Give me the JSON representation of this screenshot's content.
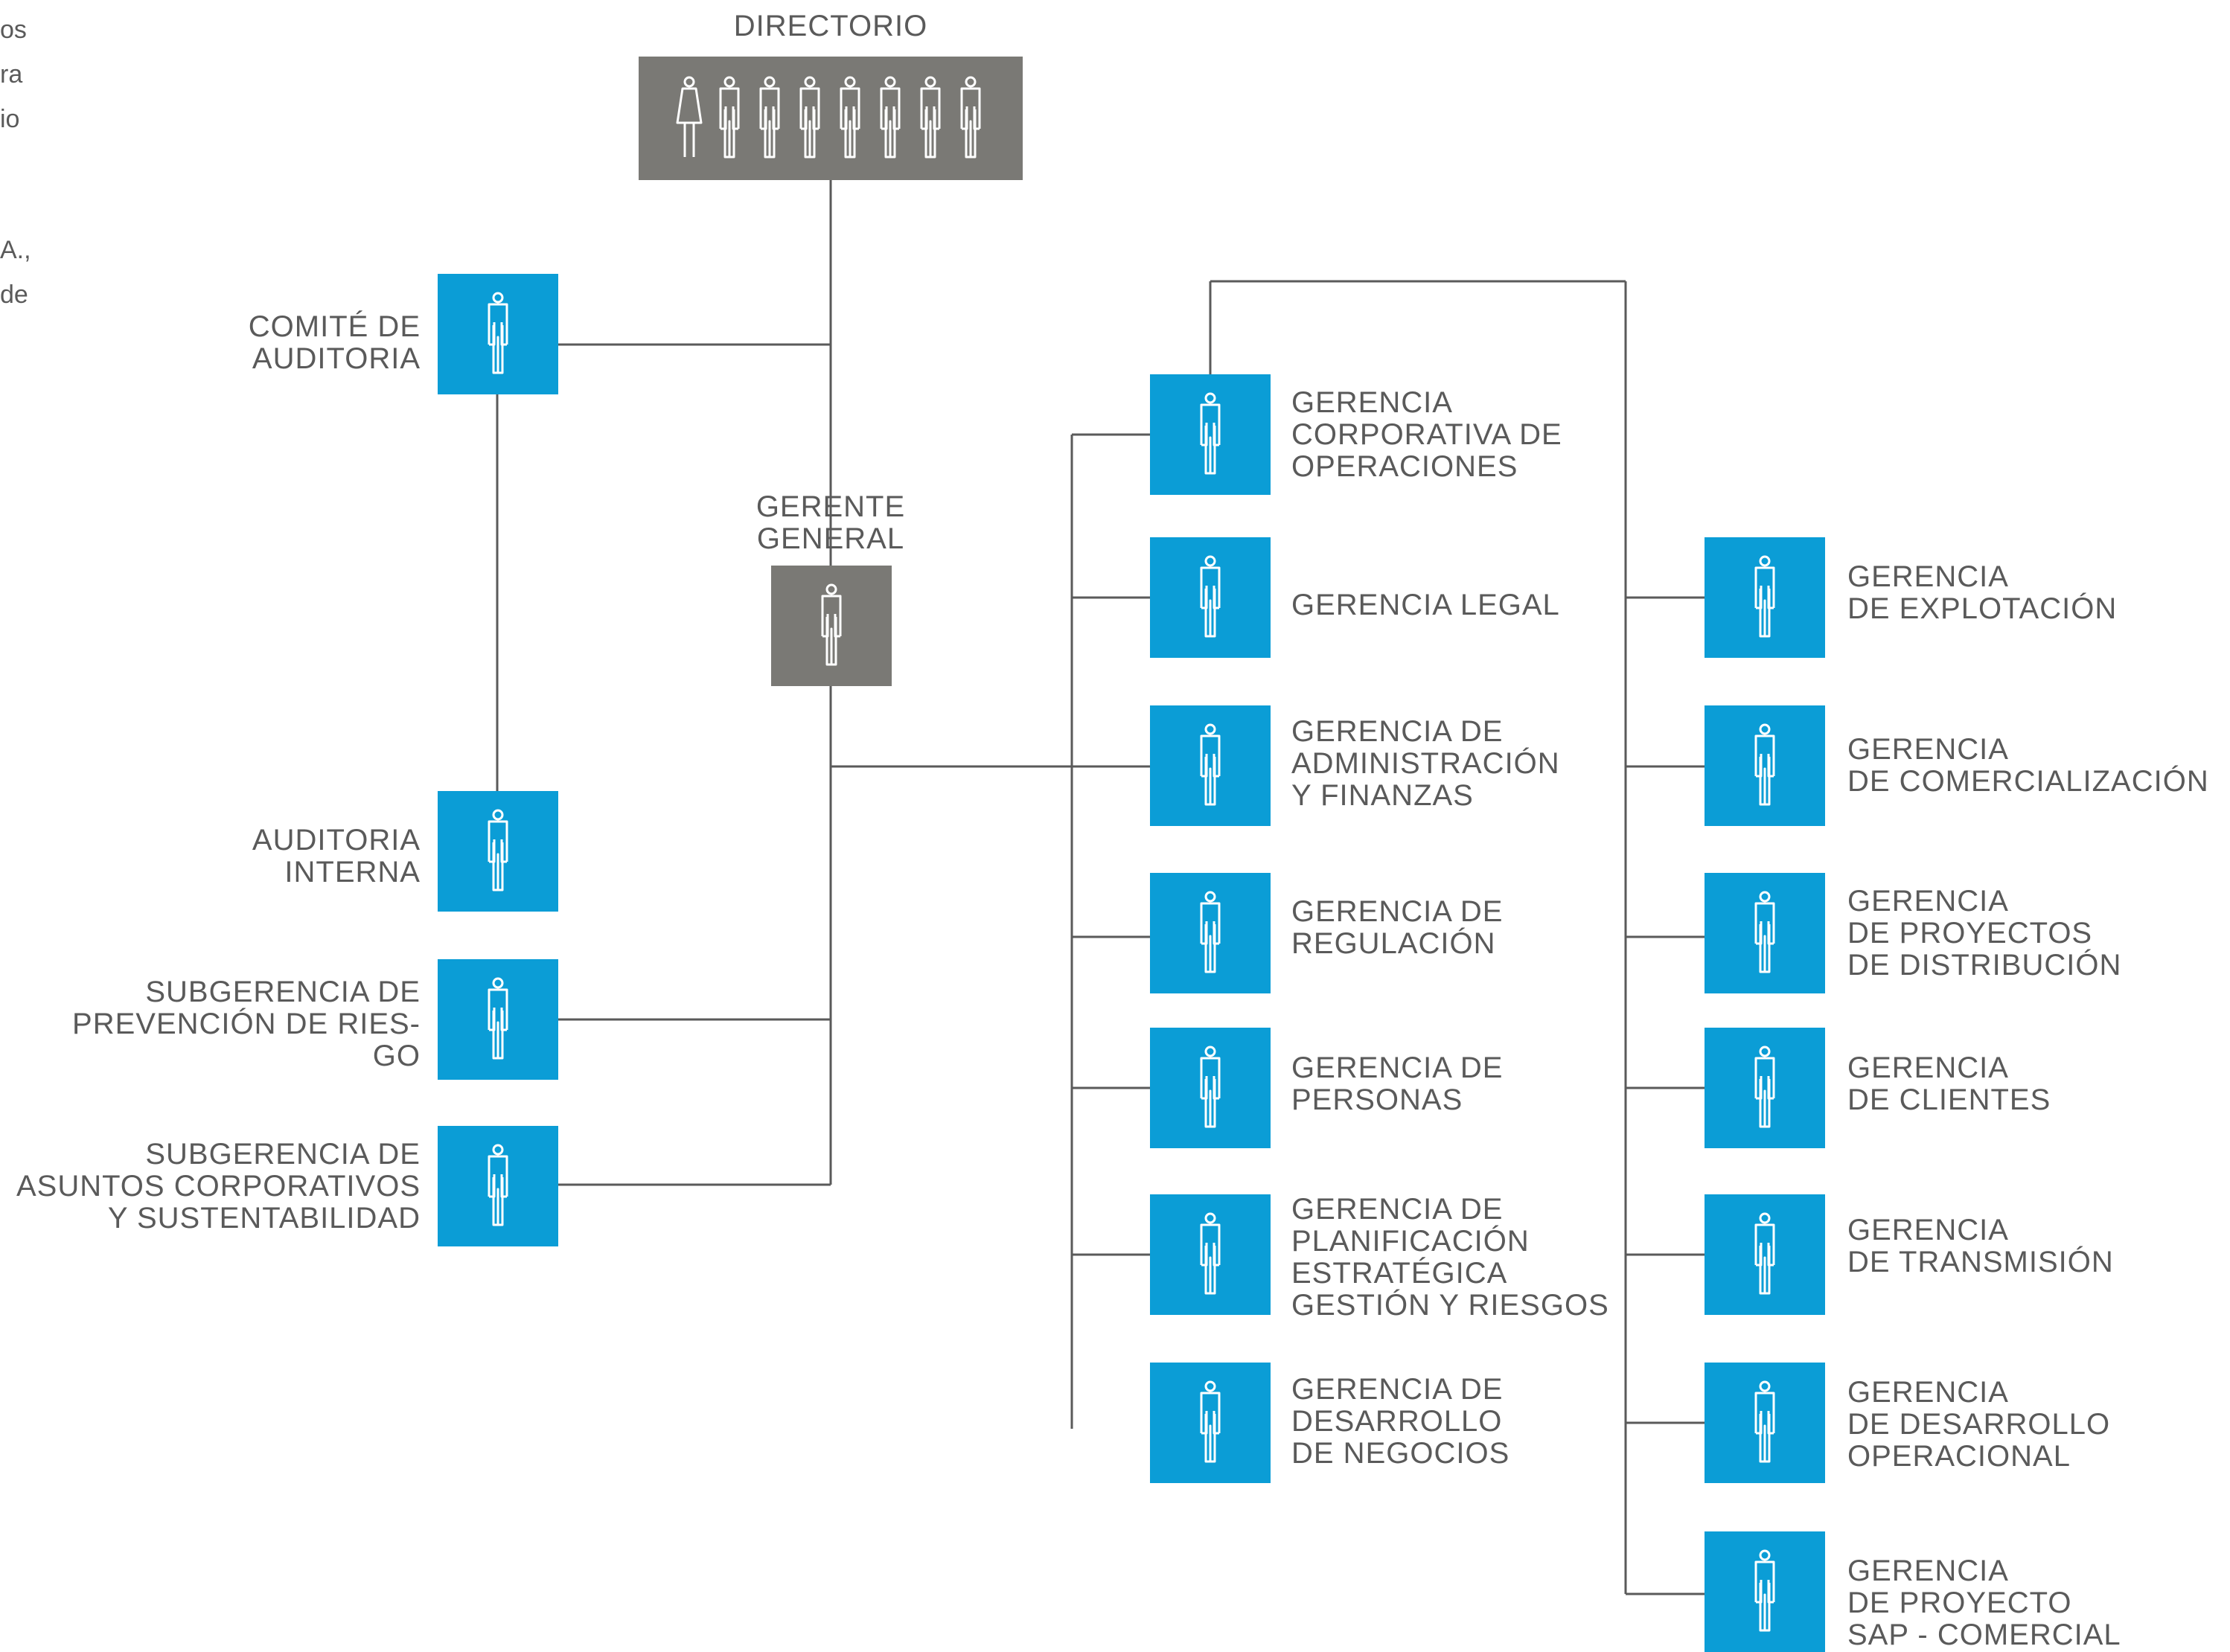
{
  "side_fragments": [
    "os",
    "ra",
    "io",
    "A.,",
    "de"
  ],
  "nodes": {
    "directorio": {
      "label": [
        "DIRECTORIO"
      ]
    },
    "comite": {
      "label": [
        "COMITÉ DE",
        "AUDITORIA"
      ]
    },
    "gerente": {
      "label": [
        "GERENTE",
        "GENERAL"
      ]
    },
    "auditoria": {
      "label": [
        "AUDITORIA",
        "INTERNA"
      ]
    },
    "sub_riesgo": {
      "label": [
        "SUBGERENCIA DE",
        "PREVENCIÓN DE RIES-",
        "GO"
      ]
    },
    "sub_asuntos": {
      "label": [
        "SUBGERENCIA DE",
        "ASUNTOS CORPORATIVOS",
        "Y SUSTENTABILIDAD"
      ]
    },
    "g_corp": {
      "label": [
        "GERENCIA",
        "CORPORATIVA DE",
        "OPERACIONES"
      ]
    },
    "g_legal": {
      "label": [
        "GERENCIA LEGAL"
      ]
    },
    "g_admin": {
      "label": [
        "GERENCIA DE",
        "ADMINISTRACIÓN",
        "Y FINANZAS"
      ]
    },
    "g_reg": {
      "label": [
        "GERENCIA DE",
        "REGULACIÓN"
      ]
    },
    "g_pers": {
      "label": [
        "GERENCIA DE",
        "PERSONAS"
      ]
    },
    "g_plan": {
      "label": [
        "GERENCIA DE",
        "PLANIFICACIÓN",
        "ESTRATÉGICA",
        "GESTIÓN Y RIESGOS"
      ]
    },
    "g_desneg": {
      "label": [
        "GERENCIA DE",
        "DESARROLLO",
        "DE NEGOCIOS"
      ]
    },
    "g_expl": {
      "label": [
        "GERENCIA",
        "DE EXPLOTACIÓN"
      ]
    },
    "g_com": {
      "label": [
        "GERENCIA",
        "DE COMERCIALIZACIÓN"
      ]
    },
    "g_proy": {
      "label": [
        "GERENCIA",
        "DE PROYECTOS",
        "DE DISTRIBUCIÓN"
      ]
    },
    "g_cli": {
      "label": [
        "GERENCIA",
        "DE CLIENTES"
      ]
    },
    "g_trans": {
      "label": [
        "GERENCIA",
        "DE TRANSMISIÓN"
      ]
    },
    "g_desop": {
      "label": [
        "GERENCIA",
        "DE DESARROLLO",
        "OPERACIONAL"
      ]
    },
    "g_sap": {
      "label": [
        "GERENCIA",
        "DE PROYECTO",
        "SAP - COMERCIAL"
      ]
    }
  },
  "colors": {
    "blue": "#0b9dd6",
    "gray": "#7a7975",
    "line": "#5a5a5a",
    "text": "#5a5a5a"
  },
  "icons": {
    "person": "person-icon",
    "board": "board-members-icon"
  }
}
